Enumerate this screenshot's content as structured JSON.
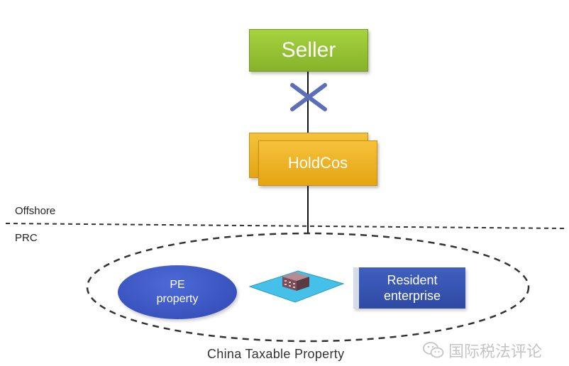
{
  "nodes": {
    "seller": "Seller",
    "holdcos": "HoldCos",
    "pe_property_line1": "PE",
    "pe_property_line2": "property",
    "resident_line1": "Resident",
    "resident_line2": "enterprise"
  },
  "zones": {
    "offshore": "Offshore",
    "prc": "PRC"
  },
  "caption": "China Taxable Property",
  "watermark": {
    "icon": "wechat-icon",
    "text": "国际税法评论"
  },
  "colors": {
    "seller": "#93c132",
    "holdcos": "#f0b429",
    "pe_property": "#3d58c4",
    "resident": "#3853b3",
    "platform": "#45c0e8",
    "cross": "#5a6fb8"
  }
}
